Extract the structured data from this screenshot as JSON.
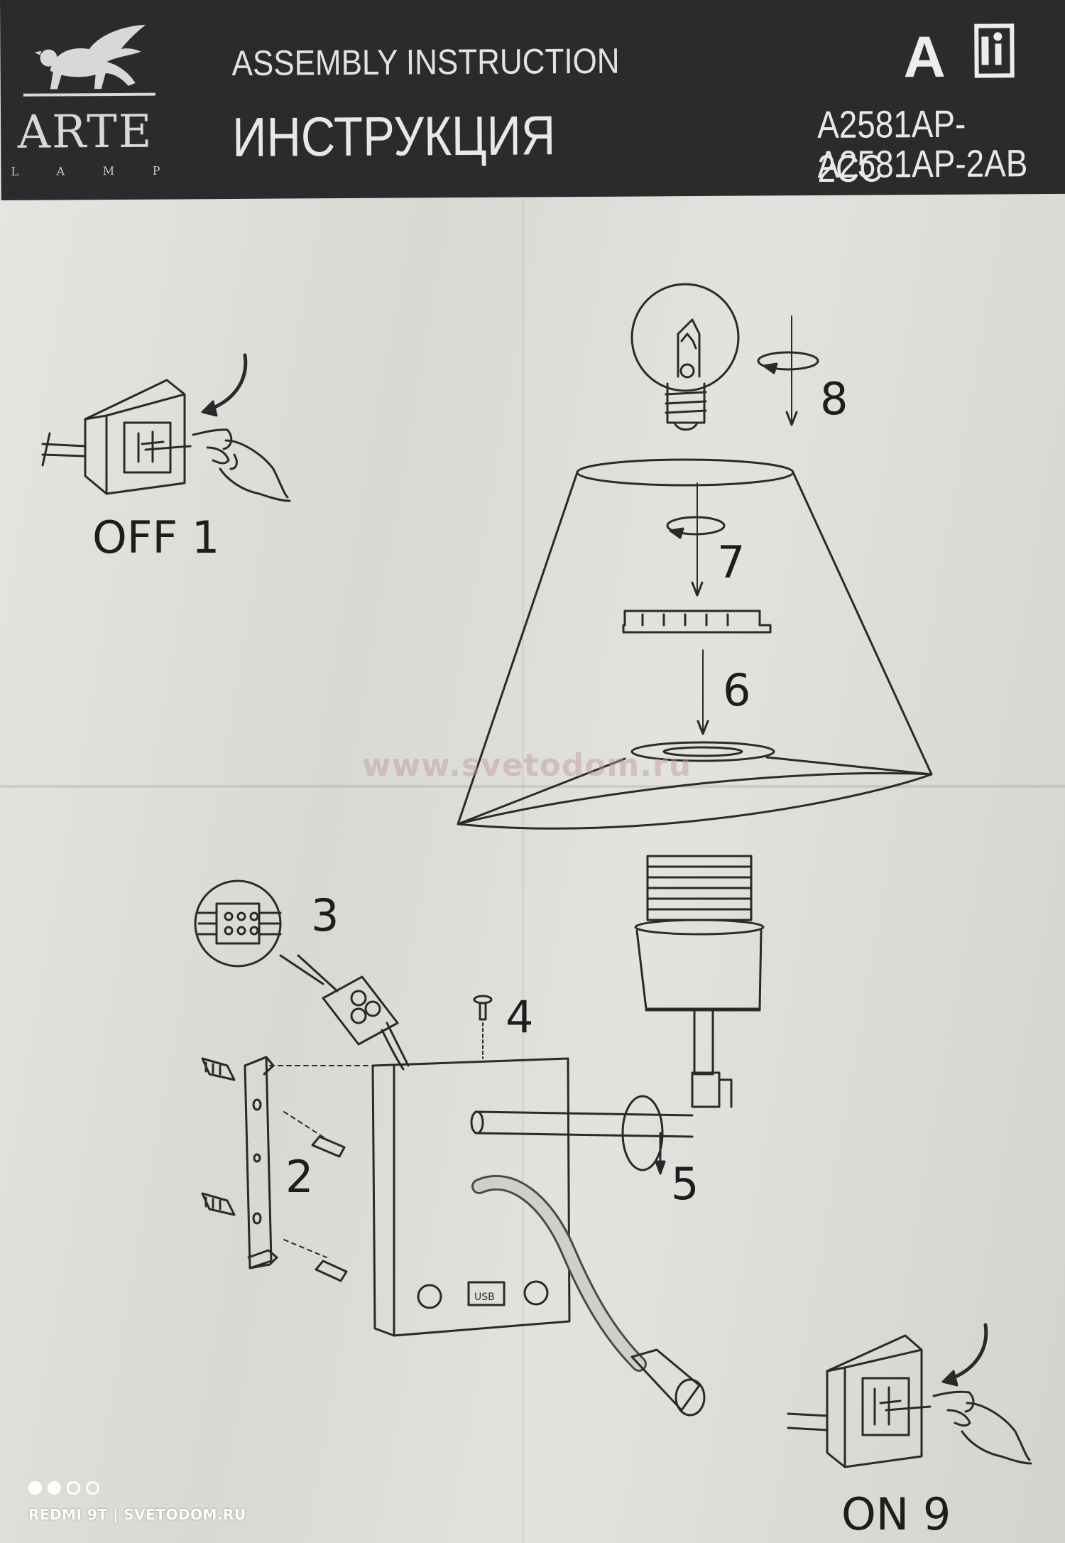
{
  "header": {
    "brand": "ARTE",
    "brand_sub": [
      "L",
      "A",
      "M",
      "P"
    ],
    "title_en": "ASSEMBLY INSTRUCTION",
    "title_ru": "ИНСТРУКЦИЯ",
    "language_mark": "A",
    "models": [
      "A2581AP-2CC",
      "A2581AP-2AB"
    ]
  },
  "steps": {
    "off": "OFF 1",
    "bracket": "2",
    "wiring": "3",
    "screw": "4",
    "arm": "5",
    "shade": "6",
    "ring": "7",
    "bulb": "8",
    "on": "ON 9"
  },
  "lamp_panel": {
    "usb_label": "USB"
  },
  "watermark": "www.svetodom.ru",
  "camera": {
    "stamp": "REDMI 9T | SVETODOM.RU",
    "dots": [
      true,
      true,
      false,
      false
    ]
  },
  "colors": {
    "header": "#2b2b2d",
    "paper": "#dfdfdb",
    "ink": "#1d1d1d"
  }
}
